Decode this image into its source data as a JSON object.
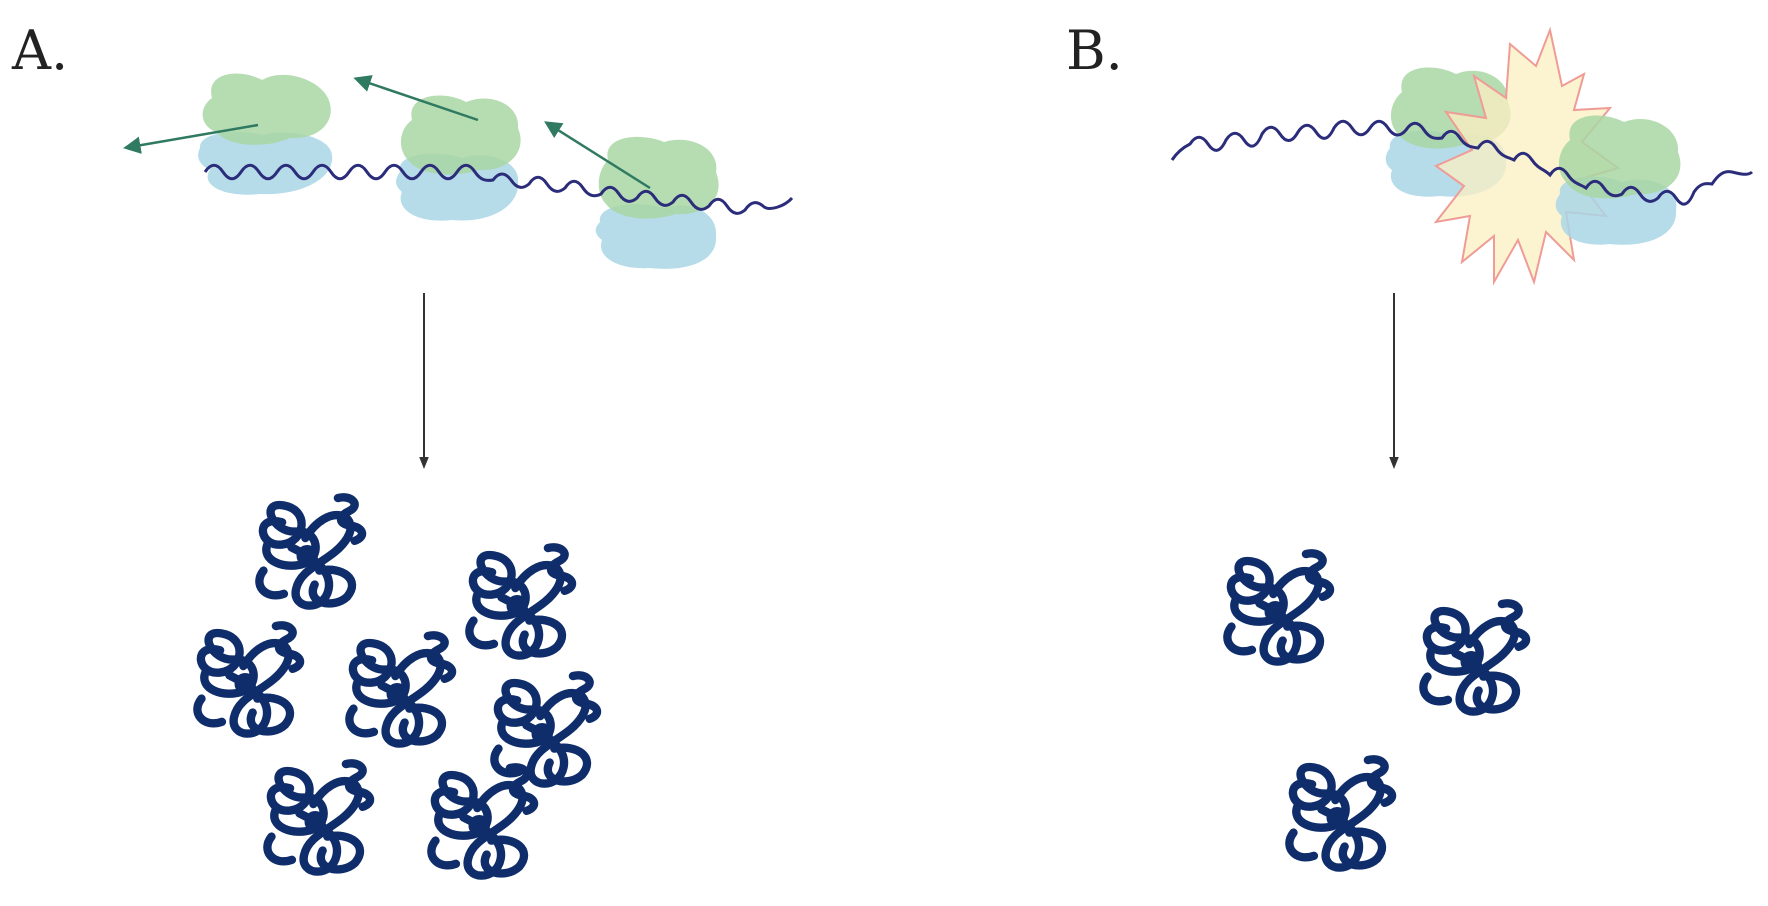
{
  "panels": {
    "a": {
      "label": "A.",
      "ribosome_count": 3,
      "motion_arrows": 3,
      "protein_coils": 7
    },
    "b": {
      "label": "B.",
      "ribosome_count": 2,
      "collision_marker": "collision-burst",
      "protein_coils": 3
    }
  },
  "colors": {
    "mrna": "#2b2d7a",
    "small_subunit": "#a9d6e6",
    "large_subunit": "#a9d6a5",
    "motion_arrow": "#2f7a60",
    "collision_fill": "#fbefc2",
    "collision_stroke": "#ef9c96",
    "process_arrow": "#333333",
    "protein": "#0f2d6a"
  },
  "icons": {
    "ribosome": "ribosome-icon",
    "protein": "folded-protein-icon",
    "burst": "collision-burst-icon"
  }
}
